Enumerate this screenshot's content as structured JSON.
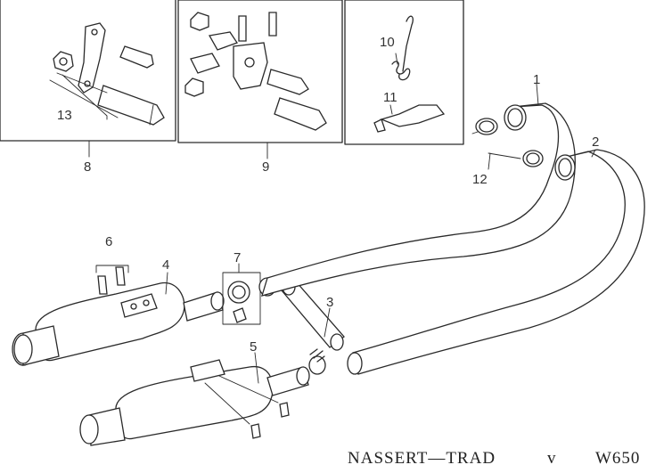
{
  "callouts": {
    "c1": "1",
    "c2": "2",
    "c3": "3",
    "c4": "4",
    "c5": "5",
    "c6": "6",
    "c7": "7",
    "c8": "8",
    "c9": "9",
    "c10": "10",
    "c11": "11",
    "c12": "12",
    "c13": "13"
  },
  "footer": {
    "title": "NASSERT—TRAD",
    "mark": "v",
    "model": "W650"
  }
}
